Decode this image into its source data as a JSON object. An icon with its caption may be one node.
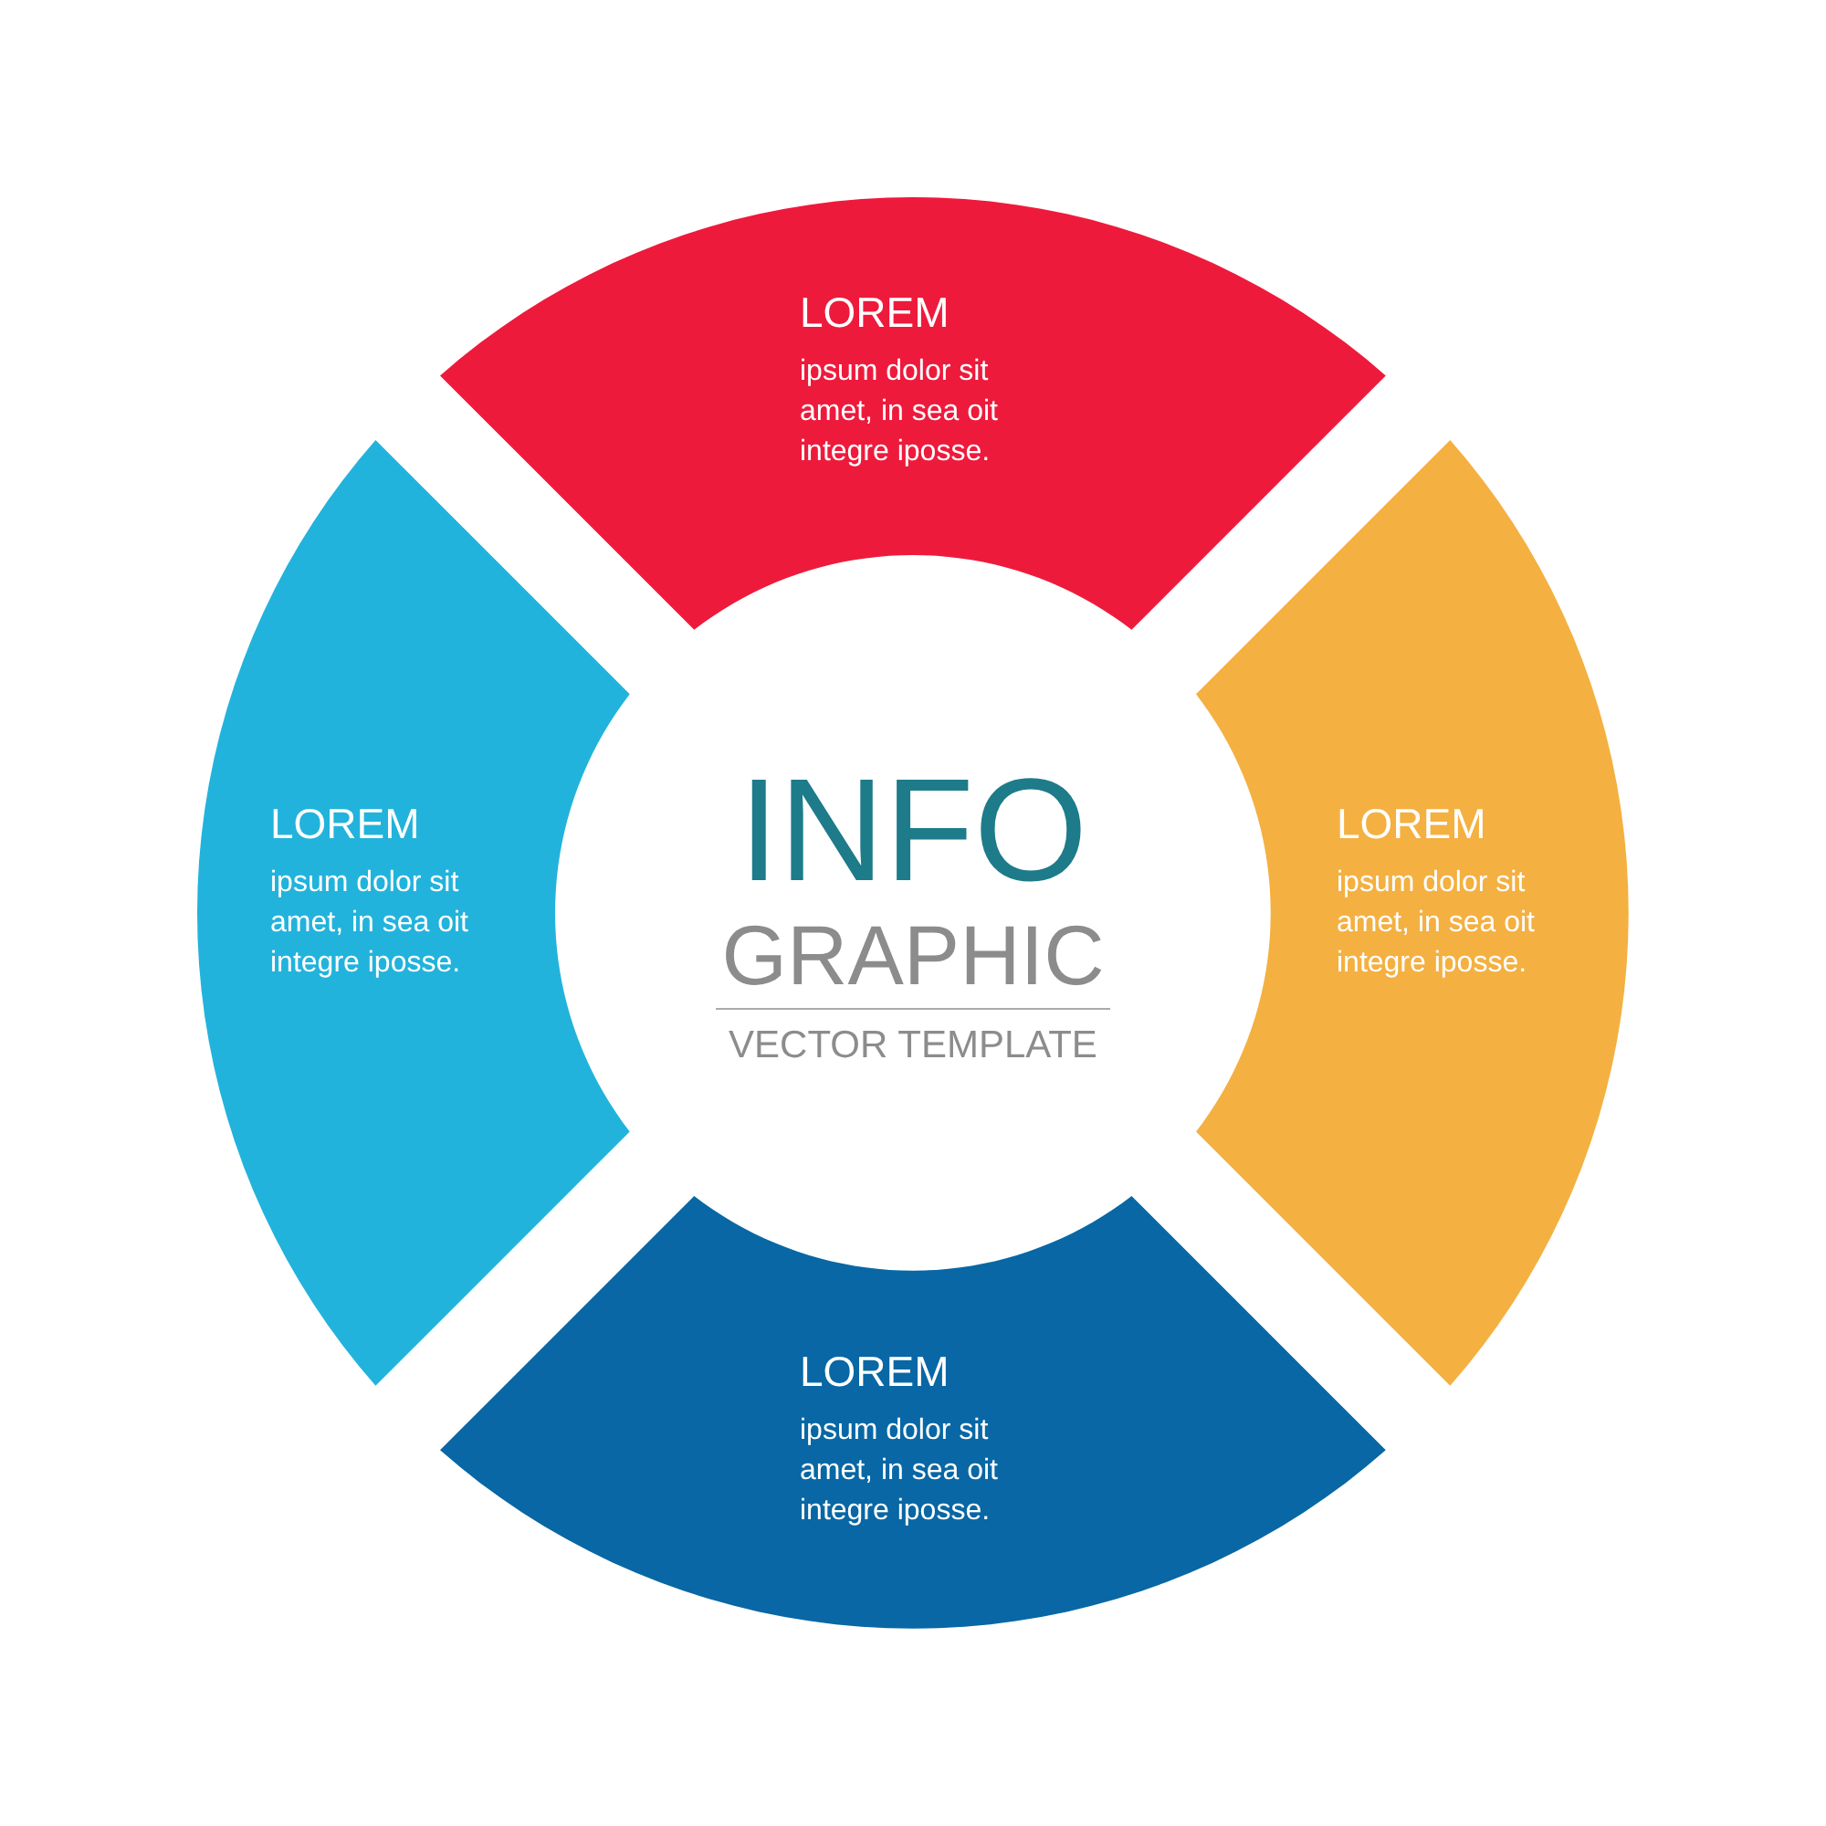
{
  "diagram": {
    "nodes": [
      {
        "text": [
          "LOREM",
          "ipsum dolor sit amet, in sea oit integre iposse."
        ]
      },
      {
        "text": [
          "LOREM",
          "ipsum dolor sit amet, in sea oit integre iposse."
        ]
      },
      {
        "text": [
          "LOREM",
          "ipsum dolor sit amet, in sea oit integre iposse."
        ]
      },
      {
        "text": [
          "LOREM",
          "ipsum dolor sit amet, in sea oit integre iposse."
        ]
      }
    ],
    "labels": [
      "INFO",
      "GRAPHIC",
      "VECTOR TEMPLATE"
    ]
  }
}
